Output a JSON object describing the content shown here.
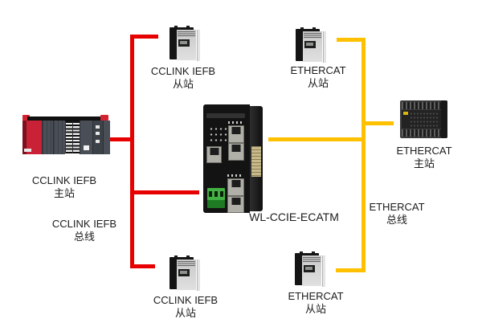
{
  "diagram": {
    "gateway_label": "WL-CCIE-ECATM",
    "labels": {
      "cclink_slave_top": {
        "name": "CCLINK IEFB",
        "role": "从站"
      },
      "ethercat_slave_top": {
        "name": "ETHERCAT",
        "role": "从站"
      },
      "cclink_master": {
        "name": "CCLINK IEFB",
        "role": "主站"
      },
      "cclink_bus": {
        "name": "CCLINK IEFB",
        "role": "总线"
      },
      "ethercat_master": {
        "name": "ETHERCAT",
        "role": "主站"
      },
      "ethercat_bus": {
        "name": "ETHERCAT",
        "role": "总线"
      },
      "cclink_slave_bottom": {
        "name": "CCLINK IEFB",
        "role": "从站"
      },
      "ethercat_slave_bottom": {
        "name": "ETHERCAT",
        "role": "从站"
      }
    },
    "colors": {
      "cclink_bus_line": "#e60000",
      "ethercat_bus_line": "#ffc000"
    }
  }
}
